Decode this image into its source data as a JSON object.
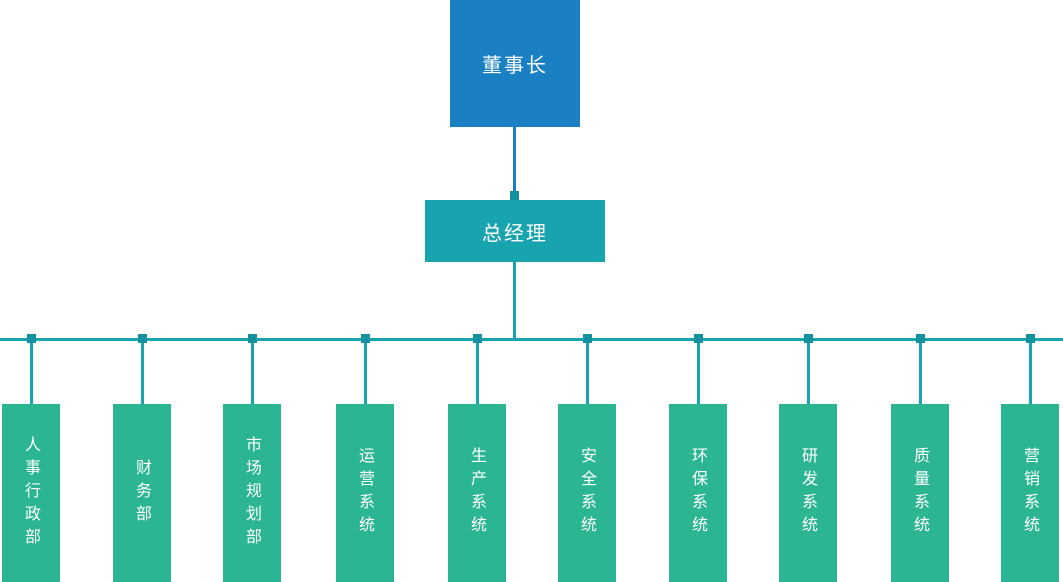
{
  "org_chart": {
    "root": {
      "label": "董事长"
    },
    "manager": {
      "label": "总经理"
    },
    "departments": [
      {
        "label": "人事行政部"
      },
      {
        "label": "财务部"
      },
      {
        "label": "市场规划部"
      },
      {
        "label": "运营系统"
      },
      {
        "label": "生产系统"
      },
      {
        "label": "安全系统"
      },
      {
        "label": "环保系统"
      },
      {
        "label": "研发系统"
      },
      {
        "label": "质量系统"
      },
      {
        "label": "营销系统"
      }
    ],
    "colors": {
      "root_box": "#1b7fc4",
      "root_connector": "#1b7fc4",
      "manager_box": "#17a4ae",
      "department_box": "#2bb593",
      "connector": "#17a4ae",
      "joint": "#15909e",
      "text": "#ffffff"
    }
  }
}
